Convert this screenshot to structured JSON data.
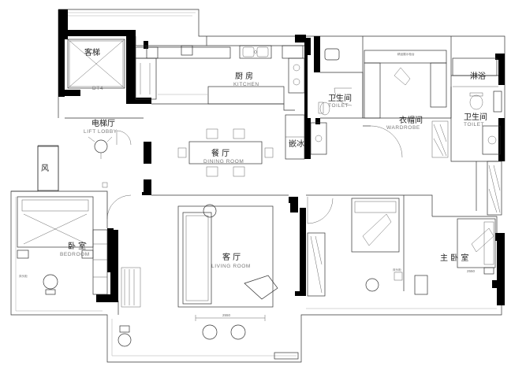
{
  "plan": {
    "rooms": {
      "elevator": {
        "zh": "客梯",
        "code": "DT4"
      },
      "lift_lobby": {
        "zh": "电梯厅",
        "en": "LIFT LOBBY"
      },
      "kitchen": {
        "zh": "厨 房",
        "en": "KITCHEN"
      },
      "dining": {
        "zh": "餐 厅",
        "en": "DINING ROOM"
      },
      "toilet_1": {
        "zh": "卫生间",
        "en": "TOILET"
      },
      "wardrobe": {
        "zh": "衣帽间",
        "en": "WARDROBE"
      },
      "shower": {
        "zh": "淋浴"
      },
      "toilet_2": {
        "zh": "卫生间",
        "en": "TOILET"
      },
      "fridge": {
        "zh": "嵌冰"
      },
      "wind": {
        "zh": "风"
      },
      "bedroom": {
        "zh": "卧 室",
        "en": "BEDROOM"
      },
      "living": {
        "zh": "客 厅",
        "en": "LIVING ROOM"
      },
      "master_bedroom": {
        "zh": "主 卧 室"
      }
    },
    "dims": {
      "living_width": "2550",
      "master_width": "2550"
    },
    "notes": {
      "bench": "精品展示柜台",
      "bed_tag_left": "床头柜",
      "bed_tag_right": "床头柜"
    }
  }
}
